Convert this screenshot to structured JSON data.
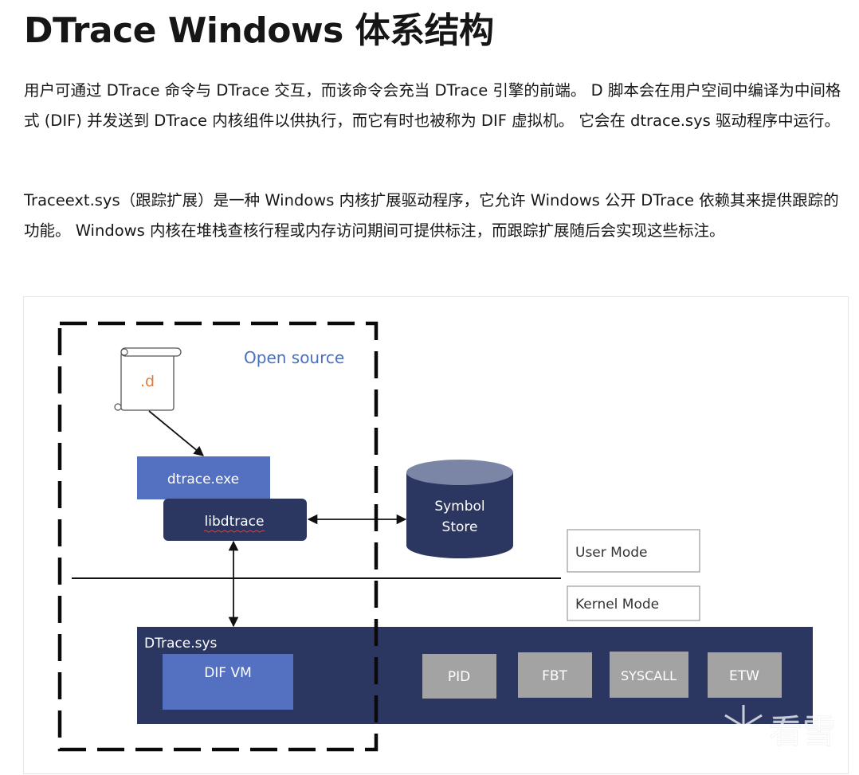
{
  "heading": "DTrace Windows 体系结构",
  "paragraphs": [
    "用户可通过 DTrace 命令与 DTrace 交互，而该命令会充当 DTrace 引擎的前端。 D 脚本会在用户空间中编译为中间格式 (DIF) 并发送到 DTrace 内核组件以供执行，而它有时也被称为 DIF 虚拟机。 它会在 dtrace.sys 驱动程序中运行。",
    "Traceext.sys（跟踪扩展）是一种 Windows 内核扩展驱动程序，它允许 Windows 公开 DTrace 依赖其来提供跟踪的功能。 Windows 内核在堆栈查核行程或内存访问期间可提供标注，而跟踪扩展随后会实现这些标注。"
  ],
  "diagram": {
    "open_source_label": "Open source",
    "script_file_label": ".d",
    "dtrace_exe_label": "dtrace.exe",
    "libdtrace_label": "libdtrace",
    "symbol_store_label_line1": "Symbol",
    "symbol_store_label_line2": "Store",
    "user_mode_label": "User Mode",
    "kernel_mode_label": "Kernel Mode",
    "dtrace_sys_label": "DTrace.sys",
    "dif_vm_label": "DIF VM",
    "providers": [
      "PID",
      "FBT",
      "SYSCALL",
      "ETW"
    ],
    "watermark": "看雪",
    "colors": {
      "dark_navy": "#2b3760",
      "medium_blue": "#5470c0",
      "provider_gray": "#a3a3a3",
      "open_source_text": "#4a6fc0",
      "script_text": "#e07b39"
    }
  }
}
